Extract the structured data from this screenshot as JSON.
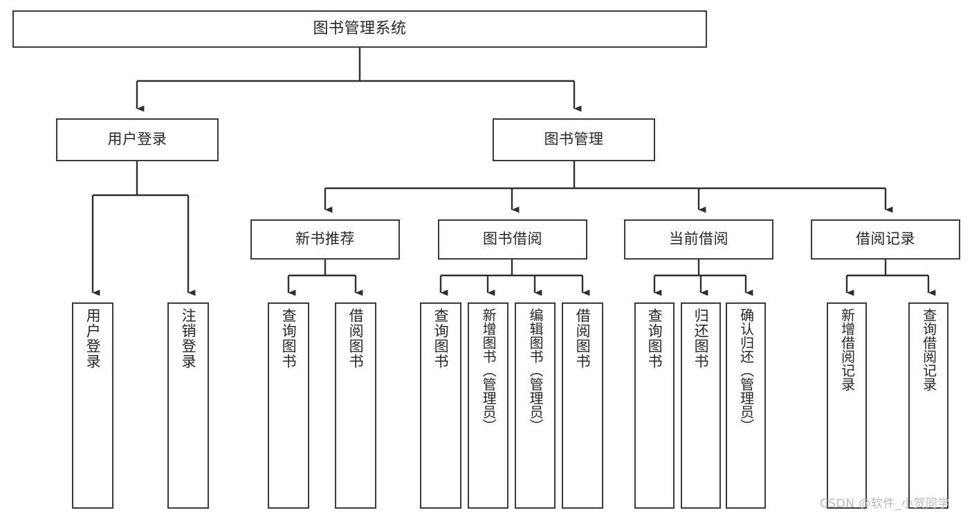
{
  "diagram": {
    "title": "图书管理系统",
    "type": "tree-hierarchy-chart",
    "watermark": "CSDN @软件_小贺同学",
    "colors": {
      "box_border": "#3a3a3a",
      "box_fill": "#ffffff",
      "edge": "#2e2e2e",
      "text": "#262626",
      "watermark": "#b9b9b9",
      "background": "#ffffff"
    },
    "nodes": {
      "root": {
        "label": "图书管理系统"
      },
      "level2": [
        {
          "id": "user-login",
          "label": "用户登录"
        },
        {
          "id": "book-manage",
          "label": "图书管理"
        }
      ],
      "level3": [
        {
          "id": "new-book-recommend",
          "label": "新书推荐"
        },
        {
          "id": "book-borrow",
          "label": "图书借阅"
        },
        {
          "id": "current-borrow",
          "label": "当前借阅"
        },
        {
          "id": "borrow-record",
          "label": "借阅记录"
        }
      ],
      "leaves": {
        "user_login": [
          {
            "id": "leaf-user-login",
            "label": "用户登录"
          },
          {
            "id": "leaf-logout-login",
            "label": "注销登录"
          }
        ],
        "new_book_recommend": [
          {
            "id": "leaf-query-book-1",
            "label": "查询图书"
          },
          {
            "id": "leaf-borrow-book-1",
            "label": "借阅图书"
          }
        ],
        "book_borrow": [
          {
            "id": "leaf-query-book-2",
            "label": "查询图书"
          },
          {
            "id": "leaf-add-book",
            "label": "新增图书（管理员）"
          },
          {
            "id": "leaf-edit-book",
            "label": "编辑图书（管理员）"
          },
          {
            "id": "leaf-borrow-book-2",
            "label": "借阅图书"
          }
        ],
        "current_borrow": [
          {
            "id": "leaf-query-book-3",
            "label": "查询图书"
          },
          {
            "id": "leaf-return-book",
            "label": "归还图书"
          },
          {
            "id": "leaf-confirm-return",
            "label": "确认归还（管理员）"
          }
        ],
        "borrow_record": [
          {
            "id": "leaf-add-record",
            "label": "新增借阅记录"
          },
          {
            "id": "leaf-query-record",
            "label": "查询借阅记录"
          }
        ]
      }
    }
  }
}
